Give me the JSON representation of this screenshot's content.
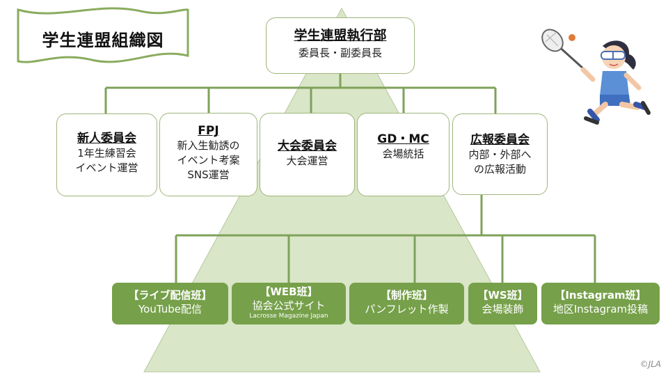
{
  "title": "学生連盟組織図",
  "top": {
    "title": "学生連盟執行部",
    "desc": "委員長・副委員長"
  },
  "committees": [
    {
      "title": "新人委員会",
      "lines": [
        "1年生練習会",
        "イベント運営"
      ]
    },
    {
      "title": "FPJ",
      "lines": [
        "新入生勧誘の",
        "イベント考案",
        "SNS運営"
      ]
    },
    {
      "title": "大会委員会",
      "lines": [
        "大会運営"
      ]
    },
    {
      "title": "GD・MC",
      "lines": [
        "会場統括"
      ]
    },
    {
      "title": "広報委員会",
      "lines": [
        "内部・外部へ",
        "の広報活動"
      ]
    }
  ],
  "teams": [
    {
      "title": "【ライブ配信班】",
      "desc": "YouTube配信"
    },
    {
      "title": "【WEB班】",
      "desc": "協会公式サイト",
      "sub": "Lacrosse Magazine Japan"
    },
    {
      "title": "【制作班】",
      "desc": "パンフレット作製"
    },
    {
      "title": "【WS班】",
      "desc": "会場装飾"
    },
    {
      "title": "【Instagram班】",
      "desc": "地区Instagram投稿"
    }
  ],
  "copyright": "©JLA",
  "colors": {
    "pyramid": "#d9e6c8",
    "line": "#7ea25a",
    "team": "#76a04a",
    "border": "#9fb57a"
  }
}
